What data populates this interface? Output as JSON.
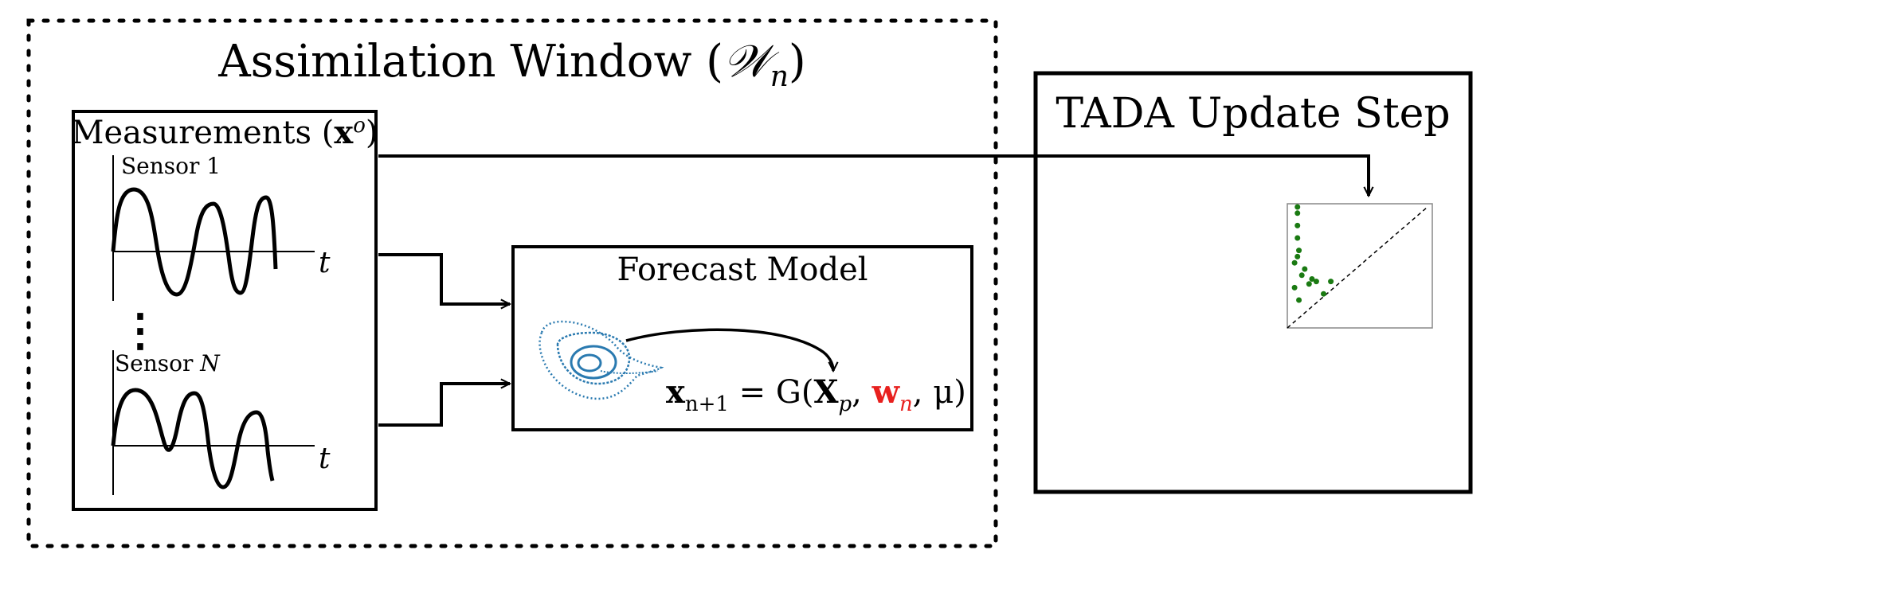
{
  "assimilation_window": {
    "title": "Assimilation Window (",
    "title_symbol": "𝒲",
    "title_sub": "n",
    "title_close": ")"
  },
  "measurements": {
    "title": "Measurements (",
    "title_symbol": "x",
    "title_sup": "o",
    "title_close": ")",
    "sensor1_label": "Sensor 1",
    "sensorN_label": "Sensor ",
    "sensorN_var": "N",
    "time_axis_label": "t",
    "ellipsis": "⋮"
  },
  "forecast_model": {
    "title": "Forecast Model",
    "equation": {
      "lhs": "x",
      "lhs_sub": "n+1",
      "eq": " = G(",
      "X": "X",
      "X_sub": "p",
      "comma1": ", ",
      "w": "w",
      "w_sub": "n",
      "comma2": ", μ)"
    }
  },
  "tada": {
    "title": "TADA Update Step"
  },
  "colors": {
    "highlight": "#e8201e",
    "attractor": "#2a7ab0",
    "points": "#1a7a12",
    "frame": "#000000"
  },
  "persistence_diagram": {
    "diagonal": "dashed",
    "points": [
      [
        0.05,
        0.35
      ],
      [
        0.05,
        0.55
      ],
      [
        0.07,
        0.6
      ],
      [
        0.08,
        0.65
      ],
      [
        0.07,
        0.75
      ],
      [
        0.07,
        0.85
      ],
      [
        0.07,
        0.95
      ],
      [
        0.07,
        1.0
      ],
      [
        0.1,
        0.45
      ],
      [
        0.15,
        0.38
      ],
      [
        0.17,
        0.42
      ],
      [
        0.2,
        0.4
      ],
      [
        0.25,
        0.3
      ],
      [
        0.3,
        0.4
      ],
      [
        0.08,
        0.25
      ],
      [
        0.12,
        0.5
      ]
    ]
  }
}
